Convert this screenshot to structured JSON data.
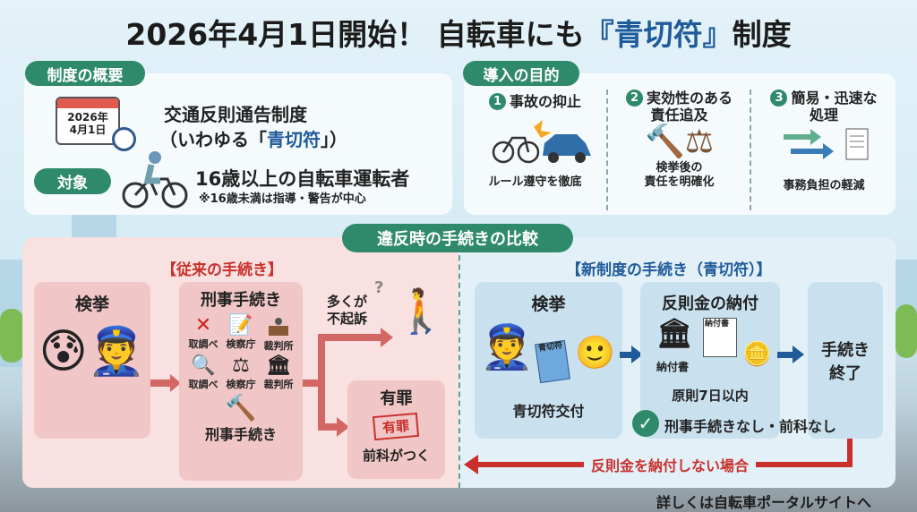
{
  "title": {
    "prefix": "2026年4月1日開始！ 自転車にも",
    "highlight": "『青切符』",
    "suffix": "制度"
  },
  "overview": {
    "badge": "制度の概要",
    "calendar": {
      "year": "2026年",
      "date": "4月1日"
    },
    "system_name": "交通反則通告制度",
    "alias_open": "（いわゆる「",
    "alias": "青切符",
    "alias_close": "」）",
    "target_badge": "対象",
    "target": "16歳以上の自転車運転者",
    "target_note": "※16歳未満は指導・警告が中心"
  },
  "purpose": {
    "badge": "導入の目的",
    "items": [
      {
        "num": "1",
        "title": "事故の抑止",
        "title2": "",
        "caption": "ルール遵守を徹底",
        "caption2": ""
      },
      {
        "num": "2",
        "title": "実効性のある",
        "title2": "責任追及",
        "caption": "検挙後の",
        "caption2": "責任を明確化"
      },
      {
        "num": "3",
        "title": "簡易・迅速な",
        "title2": "処理",
        "caption": "事務負担の軽減",
        "caption2": ""
      }
    ]
  },
  "comparison": {
    "badge": "違反時の手続きの比較",
    "old": {
      "heading": "【従来の手続き】",
      "arrest": "検挙",
      "criminal": "刑事手続き",
      "icons": [
        "取調べ",
        "検察庁",
        "裁判所",
        "取調べ",
        "検察庁",
        "裁判所"
      ],
      "criminal_bottom": "刑事手続き",
      "not_prosecuted": "多くが",
      "not_prosecuted2": "不起訴",
      "guilty": "有罪",
      "guilty_stamp": "有罪",
      "record": "前科がつく"
    },
    "new": {
      "heading": "【新制度の手続き（青切符）】",
      "arrest": "検挙",
      "ticket_label": "青切符",
      "issue": "青切符交付",
      "payment": "反則金の納付",
      "slip_label": "納付書",
      "slip": "納付書",
      "deadline": "原則7日以内",
      "no_record": "刑事手続きなし・前科なし",
      "end": "手続き",
      "end2": "終了",
      "unpaid": "反則金を納付しない場合"
    }
  },
  "footer": "詳しくは自転車ポータルサイトへ",
  "colors": {
    "green": "#2f8a6b",
    "red": "#c9302c",
    "blue": "#1f5a9a",
    "pink": "#f8e1e0",
    "lightblue": "#e3f0f7"
  }
}
